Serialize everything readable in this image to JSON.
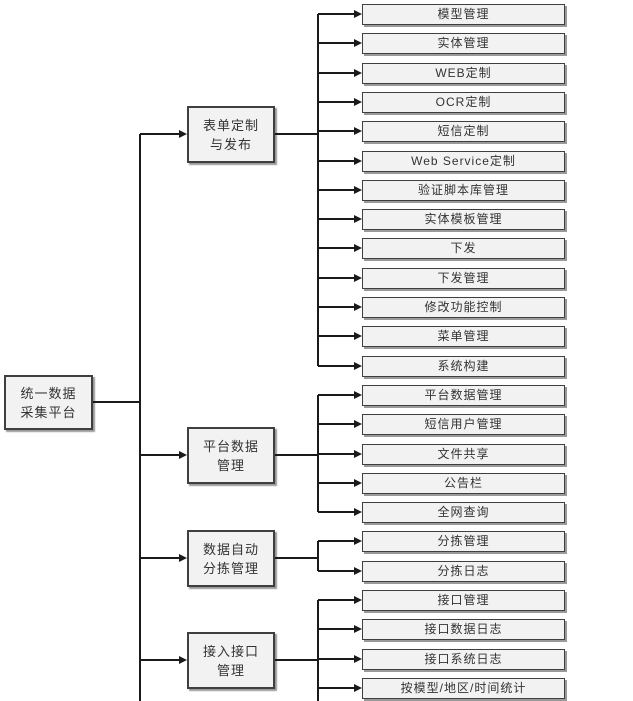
{
  "diagram": {
    "root": {
      "label_line1": "统一数据",
      "label_line2": "采集平台"
    },
    "groups": [
      {
        "label_line1": "表单定制",
        "label_line2": "与发布",
        "leaves": [
          "模型管理",
          "实体管理",
          "WEB定制",
          "OCR定制",
          "短信定制",
          "Web Service定制",
          "验证脚本库管理",
          "实体模板管理",
          "下发",
          "下发管理",
          "修改功能控制",
          "菜单管理",
          "系统构建"
        ]
      },
      {
        "label_line1": "平台数据",
        "label_line2": "管理",
        "leaves": [
          "平台数据管理",
          "短信用户管理",
          "文件共享",
          "公告栏",
          "全网查询"
        ]
      },
      {
        "label_line1": "数据自动",
        "label_line2": "分拣管理",
        "leaves": [
          "分拣管理",
          "分拣日志"
        ]
      },
      {
        "label_line1": "接入接口",
        "label_line2": "管理",
        "leaves": [
          "接口管理",
          "接口数据日志",
          "接口系统日志",
          "按模型/地区/时间统计"
        ]
      }
    ],
    "colors": {
      "background": "#ffffff",
      "box_fill": "#f2f2f2",
      "box_border": "#3f3f3f",
      "line": "#1a1a1a",
      "shadow": "#9a9a9a",
      "text": "#333333"
    }
  }
}
